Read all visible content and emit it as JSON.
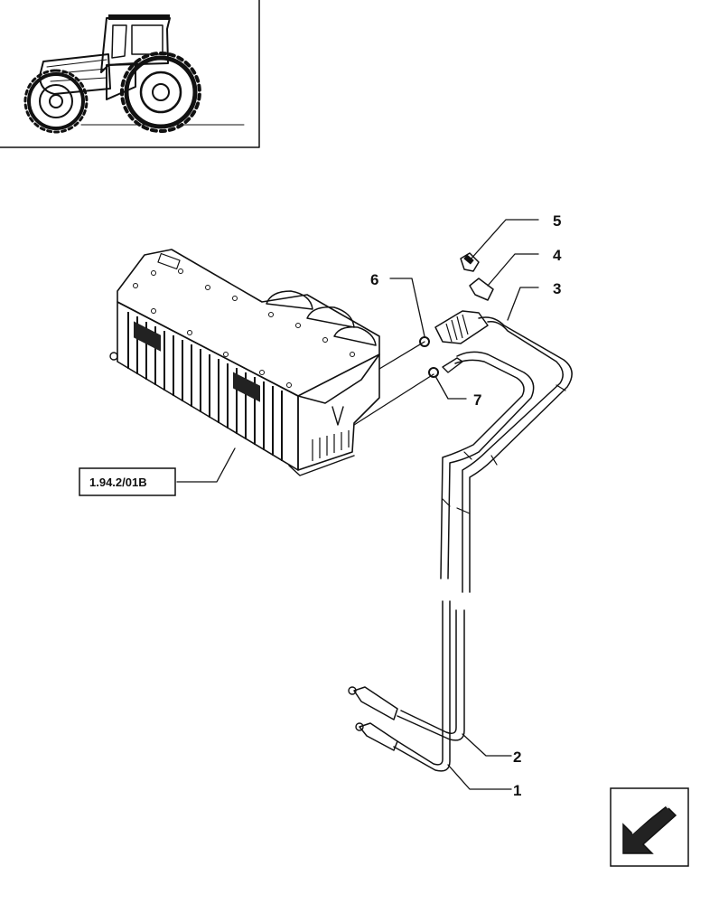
{
  "reference": {
    "label": "1.94.2/01B"
  },
  "callouts": [
    {
      "id": "1",
      "label": "1"
    },
    {
      "id": "2",
      "label": "2"
    },
    {
      "id": "3",
      "label": "3"
    },
    {
      "id": "4",
      "label": "4"
    },
    {
      "id": "5",
      "label": "5"
    },
    {
      "id": "6",
      "label": "6"
    },
    {
      "id": "7",
      "label": "7"
    }
  ],
  "icons": {
    "thumbnail": "tractor-thumbnail-icon",
    "navigation": "previous-page-arrow-icon"
  }
}
